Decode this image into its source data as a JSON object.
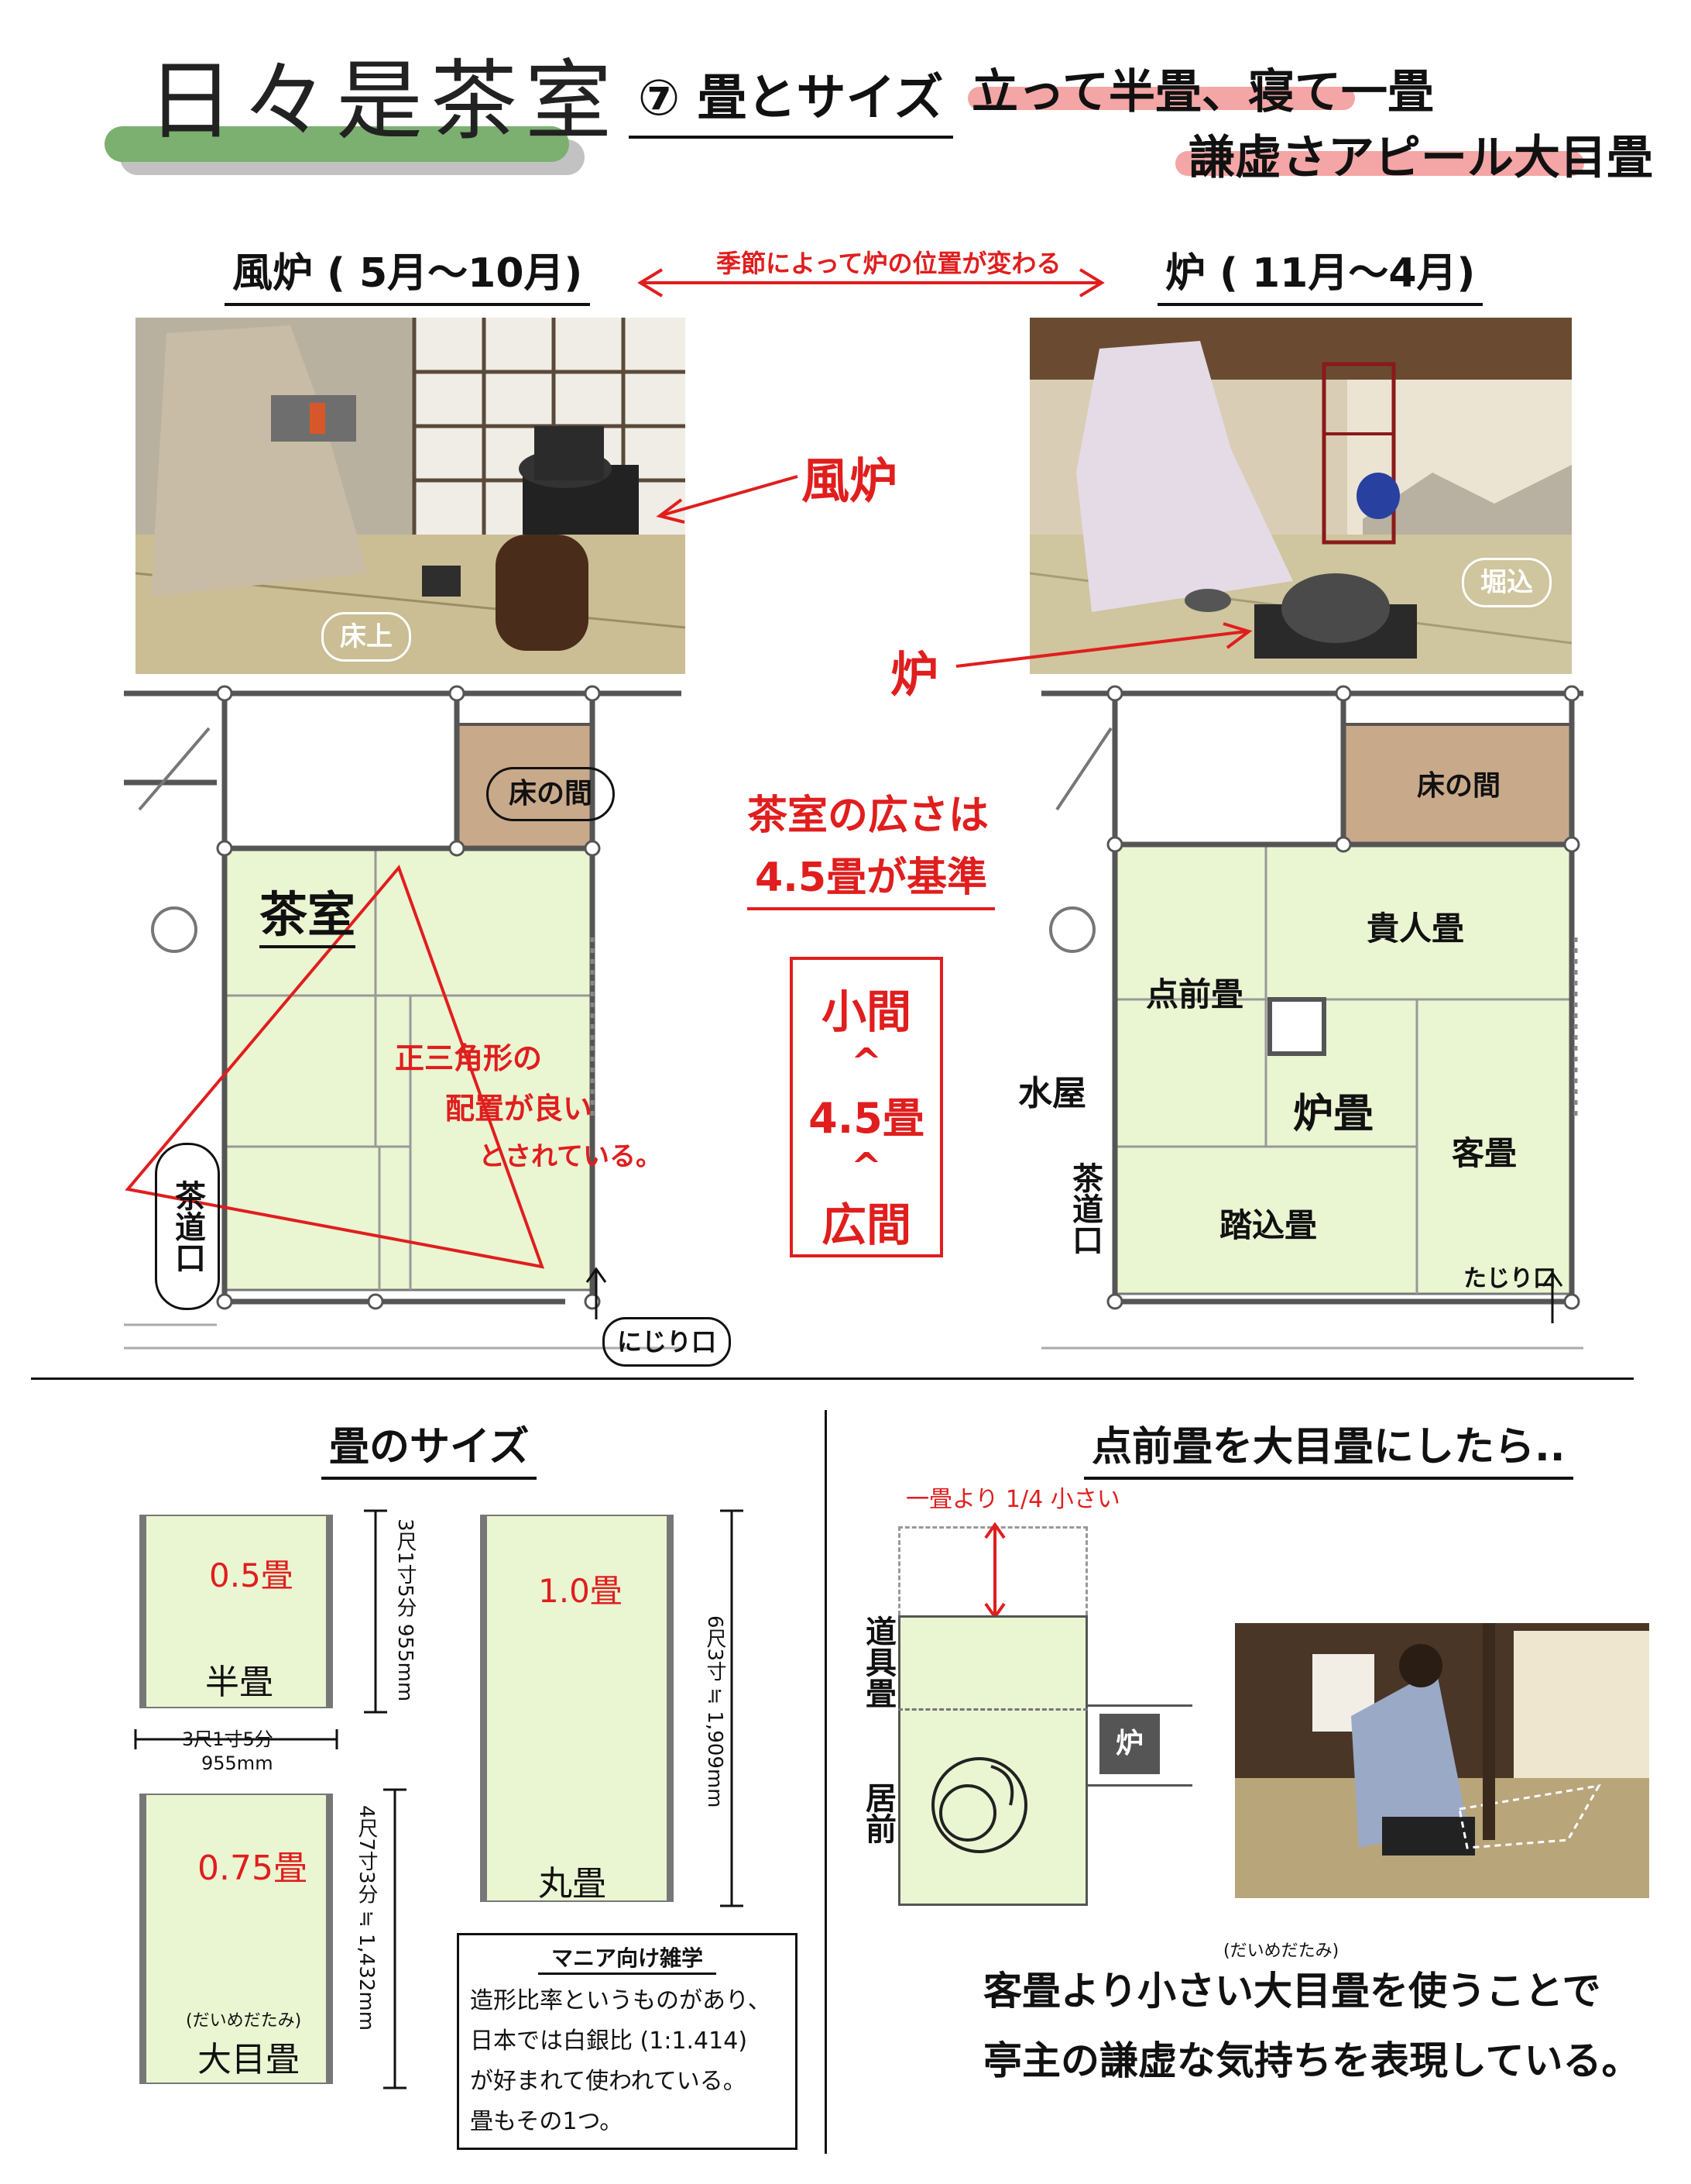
{
  "header": {
    "title": "日々是茶室",
    "subtitle": "⑦ 畳とサイズ",
    "highlight1": "立って半畳、寝て一畳",
    "highlight2": "謙虚さアピール大目畳"
  },
  "season": {
    "furo_heading": "風炉 ( 5月〜10月)",
    "ro_heading": "炉 ( 11月〜4月)",
    "arrow_text": "季節によって炉の位置が変わる",
    "furo_label": "風炉",
    "ro_label": "炉",
    "tokoage_label": "床上",
    "horikomi_label": "堀込"
  },
  "plan_left": {
    "tokonoma": "床の間",
    "room": "茶室",
    "triangle_text_1": "正三角形の",
    "triangle_text_2": "配置が良い",
    "triangle_text_3": "とされている。",
    "sadouguchi": "茶道口",
    "nijiriguchi": "にじり口"
  },
  "middle": {
    "size_note_1": "茶室の広さは",
    "size_note_2": "4.5畳が基準",
    "scale_1": "小間",
    "scale_op1": "^",
    "scale_2": "4.5畳",
    "scale_op2": "^",
    "scale_3": "広間"
  },
  "plan_right": {
    "tokonoma": "床の間",
    "kinindatami": "貴人畳",
    "temaedatami": "点前畳",
    "rodatami": "炉畳",
    "kyakudatami": "客畳",
    "fumikomidatami": "踏込畳",
    "mizuya": "水屋",
    "sadouguchi": "茶道口",
    "nijiriguchi": "たじり口"
  },
  "sizes": {
    "heading": "畳のサイズ",
    "half_value": "0.5畳",
    "half_name": "半畳",
    "half_dim_v": "3尺1寸5分 955mm",
    "half_dim_h1": "3尺1寸5分",
    "half_dim_h2": "955mm",
    "three_q_value": "0.75畳",
    "three_q_reading": "(だいめだたみ)",
    "three_q_name": "大目畳",
    "three_q_dim": "4尺7寸3分 ≒ 1,432mm",
    "full_value": "1.0畳",
    "full_name": "丸畳",
    "full_dim": "6尺3寸 ≒ 1,909mm",
    "trivia_title": "マニア向け雑学",
    "trivia_lines": [
      "造形比率というものがあり、",
      "日本では白銀比 (1:1.414)",
      "が好まれて使われている。",
      "畳もその1つ。"
    ]
  },
  "daime": {
    "heading": "点前畳を大目畳にしたら..",
    "quarter_note": "一畳より 1/4 小さい",
    "dougu_label": "道具畳",
    "imae_label": "居前",
    "ro_label": "炉",
    "reading": "(だいめだたみ)",
    "conclusion_1": "客畳より小さい大目畳を使うことで",
    "conclusion_2": "亭主の謙虚な気持ちを表現している。"
  }
}
